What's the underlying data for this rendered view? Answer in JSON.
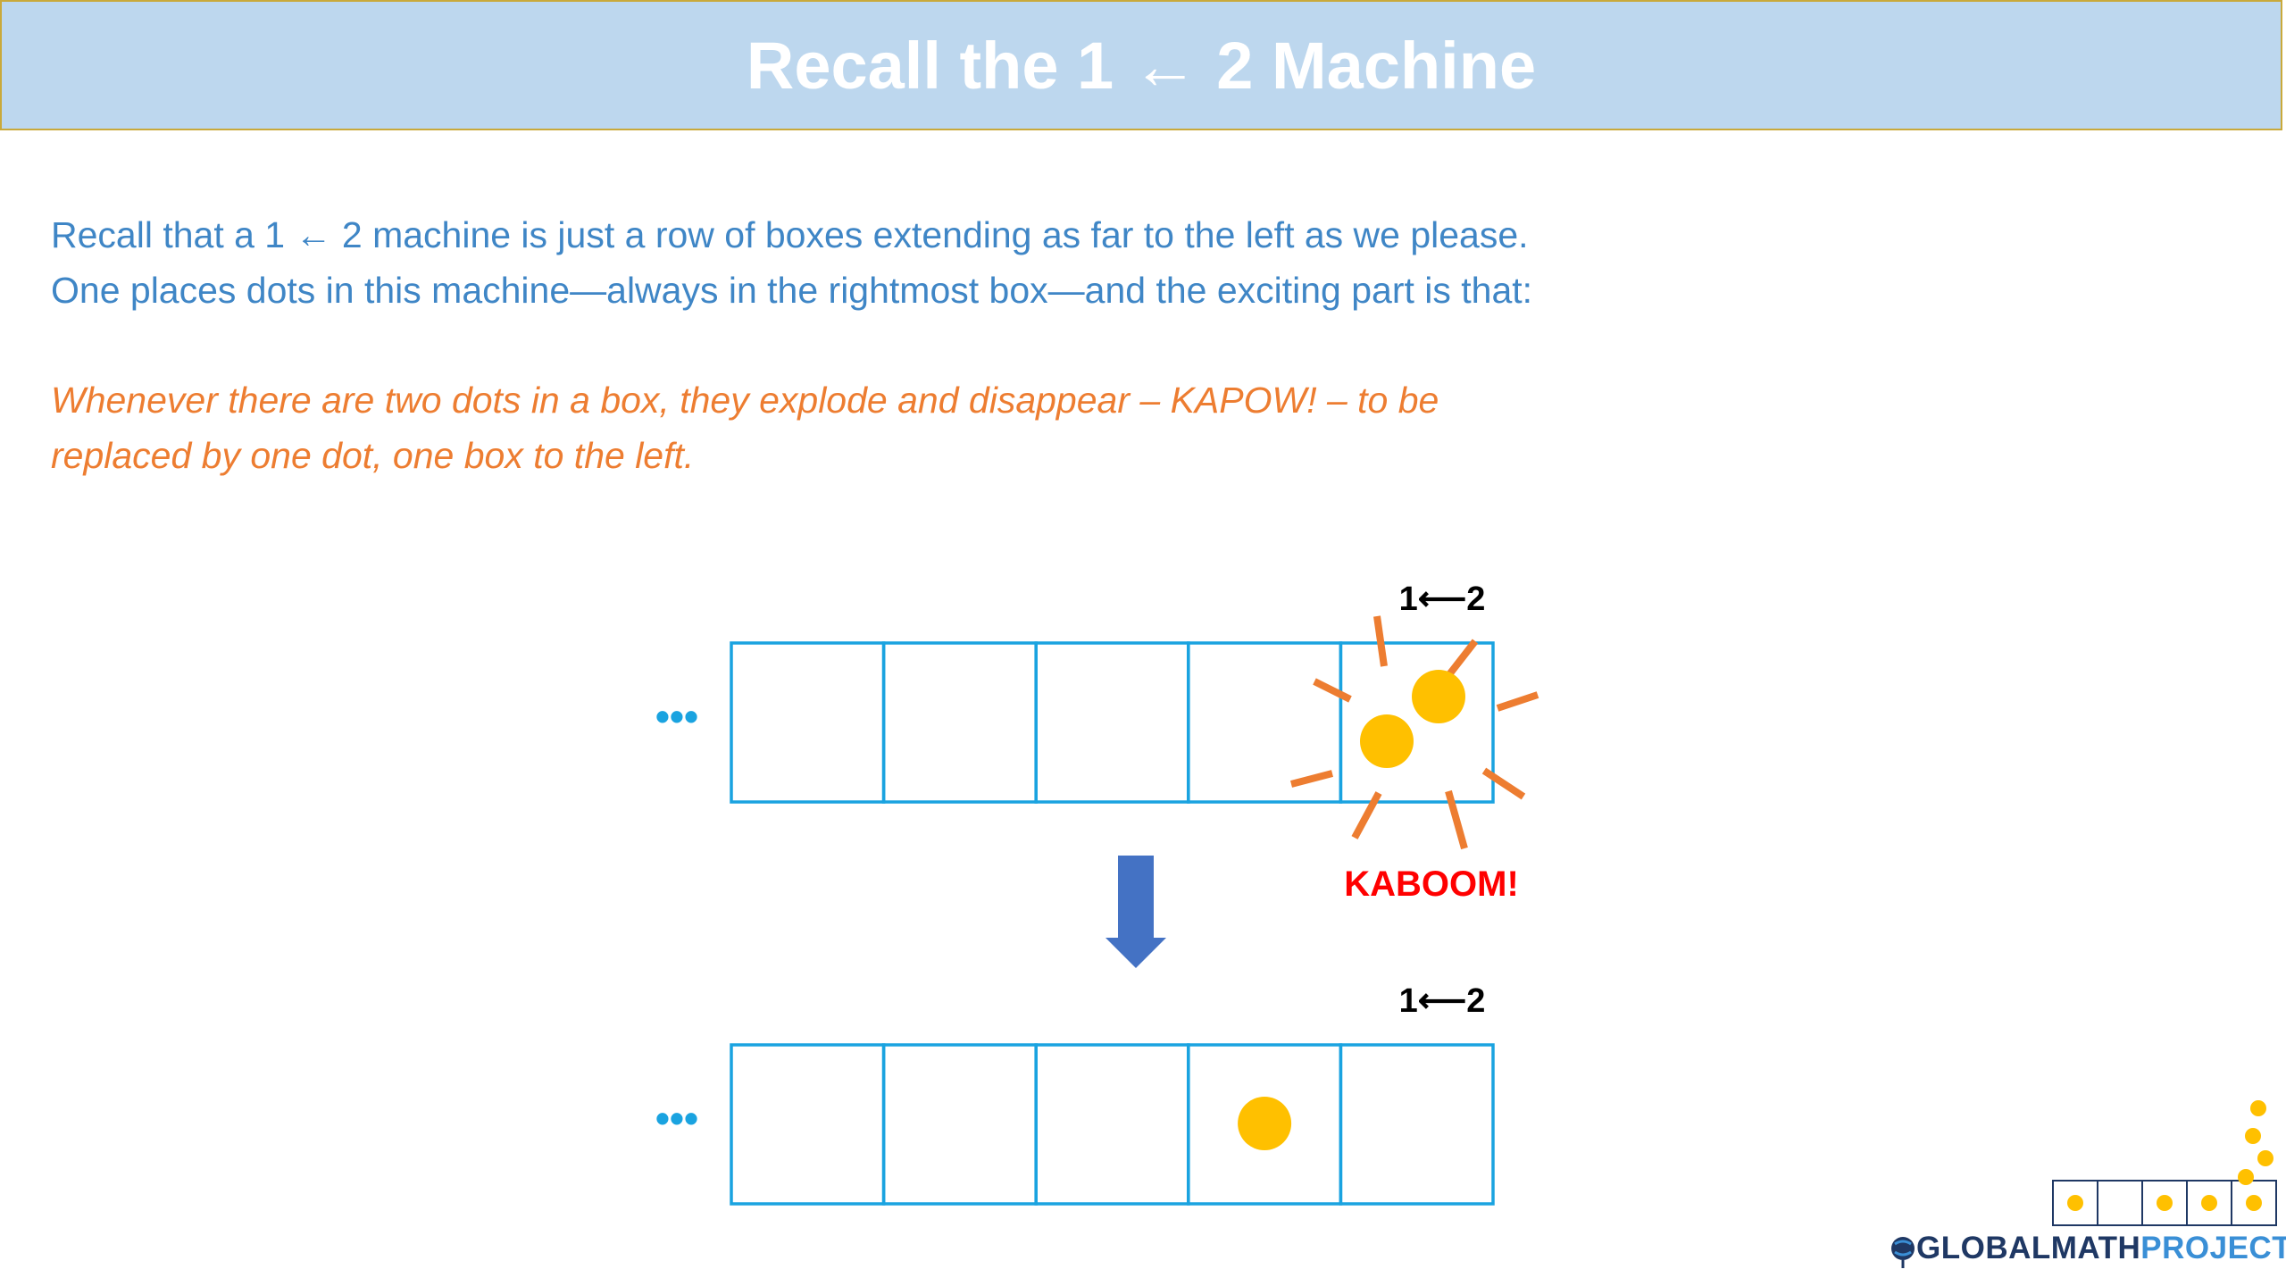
{
  "title": "Recall the 1 ← 2 Machine",
  "intro": {
    "line1": "Recall that a 1 ← 2 machine is just a row of boxes extending as far to the left as we please.",
    "line2": "One places dots in this machine—always in the rightmost box—and the exciting part is that:"
  },
  "rule": {
    "line1": "Whenever there are two dots in a box, they explode and disappear – KAPOW! – to be",
    "line2": "replaced by one dot, one box to the left."
  },
  "top_machine": {
    "label": "1⟵2",
    "ellipsis": "•••",
    "dots_per_box": [
      0,
      0,
      0,
      0,
      2
    ],
    "burst_text": "KABOOM!"
  },
  "bottom_machine": {
    "label": "1⟵2",
    "ellipsis": "•••",
    "dots_per_box": [
      0,
      0,
      0,
      1,
      0
    ]
  },
  "logo": {
    "text_dark": "GLOBAL",
    "text_mid": "MATH",
    "text_accent": "PROJECT",
    "icon": "globe-icon"
  },
  "colors": {
    "box_stroke": "#1aa3e0",
    "dot_fill": "#ffc000",
    "burst": "#ed7d31",
    "kaboom": "#ff0000",
    "arrow": "#4472c4",
    "intro_text": "#3f86c6",
    "rule_text": "#ed7d31",
    "title_bg": "#bdd7ee"
  }
}
